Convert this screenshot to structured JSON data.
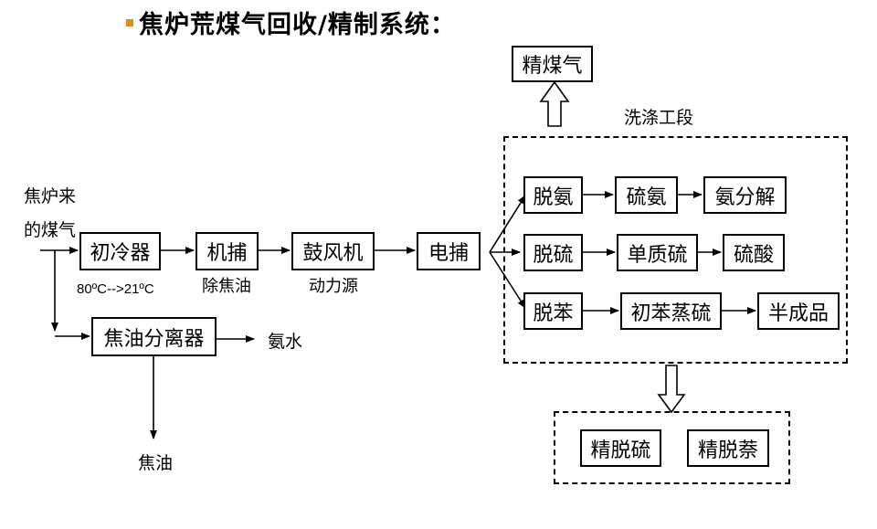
{
  "title": "焦炉荒煤气回收/精制系统：",
  "source_label_line1": "焦炉来",
  "source_label_line2": "的煤气",
  "nodes": {
    "primary_cooler": "初冷器",
    "mech_capture": "机捕",
    "blower": "鼓风机",
    "electric_capture": "电捕",
    "tar_separator": "焦油分离器",
    "deammonia": "脱氨",
    "ammonium_sulfate": "硫氨",
    "ammonia_decomp": "氨分解",
    "desulfur": "脱硫",
    "elemental_sulfur": "单质硫",
    "sulfuric_acid": "硫酸",
    "debenzene": "脱苯",
    "crude_benzene": "初苯蒸硫",
    "semi_product": "半成品",
    "refined_gas": "精煤气",
    "fine_desulfur": "精脱硫",
    "fine_denaphthalene": "精脱萘"
  },
  "labels": {
    "temperature": "80ºC-->21ºC",
    "remove_tar": "除焦油",
    "power_source": "动力源",
    "ammonia_water": "氨水",
    "tar": "焦油",
    "washing_section": "洗涤工段"
  },
  "colors": {
    "bullet": "#e38b1a",
    "line": "#000000"
  }
}
